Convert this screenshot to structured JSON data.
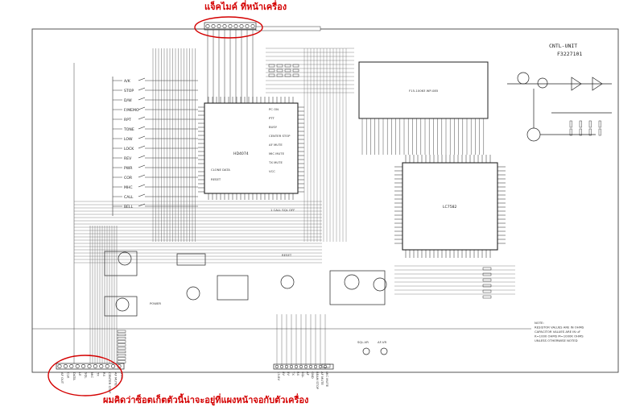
{
  "annotations": {
    "top": "แจ็คไมค์ ที่หน้าเครื่อง",
    "bottom": "ผมคิดว่าซ็อตเก็ตตัวนี้น่าจะอยู่ที่แผงหน้าจอกับตัวเครื่อง",
    "color": "#d40000"
  },
  "unit": {
    "name": "CNTL-UNIT",
    "code": "F3227101"
  },
  "chips": {
    "main_mcu": "HD4074",
    "lcd_driver": "LC7582",
    "lcd": "F15-10063 WP-085"
  },
  "switches": [
    "A/K",
    "STOP",
    "D/W",
    "F/MEMO",
    "RPT",
    "TONE",
    "LOW",
    "LOCK",
    "REV",
    "PWR",
    "COR",
    "MHC",
    "CALL",
    "BELL"
  ],
  "mcu_pin_labels": [
    "PC ON",
    "PTT",
    "BUSY",
    "CENTER STOP",
    "AF MUTE",
    "MIC MUTE",
    "TX MUTE",
    "VCC",
    "CLONE DATA",
    "RESET"
  ],
  "connector_bottom_left": [
    "AF OUT",
    "CLK",
    "DATA",
    "LE",
    "SQL",
    "MIC",
    "TX",
    "RX",
    "CENTER STOP",
    "AF MUTE",
    "VCC"
  ],
  "connector_bottom_mid": [
    "13.8V",
    "8V",
    "5V",
    "TX",
    "RX",
    "SQL",
    "AF",
    "GND",
    "BEAM STOP",
    "AF MUTE",
    "MIC MUTE"
  ],
  "labels": {
    "sql_vr": "SQL-VR",
    "af_vr": "AF-VR",
    "reset": "RESET",
    "power": "POWER",
    "call": "1 CALL SQL OFF"
  },
  "notes": [
    "NOTE:",
    "RESISTOR VALUES ARE IN OHMS",
    "CAPACITOR VALUES ARE IN uF",
    "K=1000 OHMS M=1000K OHMS",
    "UNLESS OTHERWISE NOTED"
  ]
}
